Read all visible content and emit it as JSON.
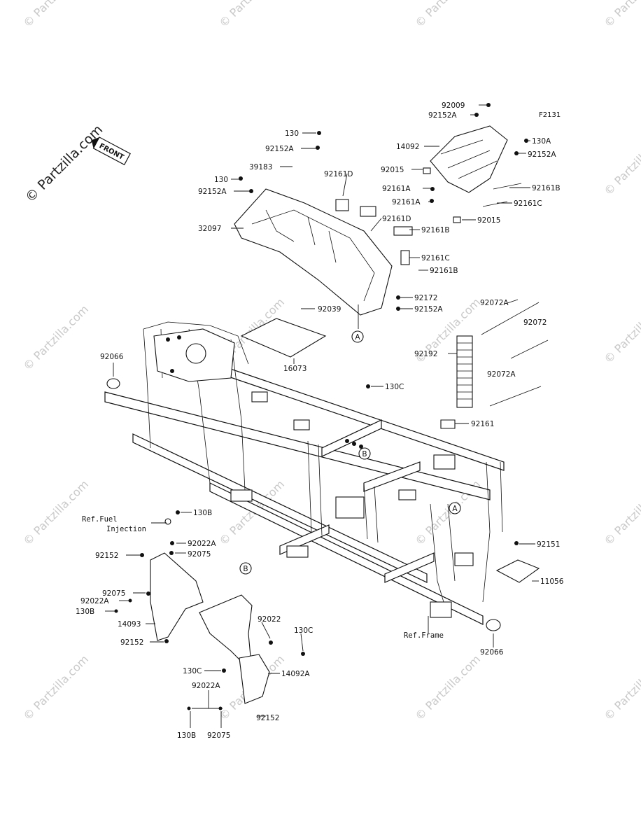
{
  "figure_code": "F2131",
  "front_badge": "FRONT",
  "watermark": {
    "main": "© Partzilla.com",
    "tile": "© Partzilla.com"
  },
  "refs": {
    "fuel_injection_line1": "Ref.Fuel",
    "fuel_injection_line2": "Injection",
    "frame": "Ref.Frame"
  },
  "callouts": {
    "a_top": "A",
    "a_bottom": "A",
    "b_mid": "B",
    "b_lower": "B"
  },
  "part_labels": {
    "p92009": "92009",
    "p92152A_top": "92152A",
    "p14092": "14092",
    "p130A": "130A",
    "p92152A_right": "92152A",
    "p92015_a": "92015",
    "p92161A_a": "92161A",
    "p92161B_a": "92161B",
    "p92161A_b": "92161A",
    "p92161C_a": "92161C",
    "p92015_b": "92015",
    "p130_top": "130",
    "p92152A_2": "92152A",
    "p39183": "39183",
    "p92161D_a": "92161D",
    "p130_left": "130",
    "p92152A_3": "92152A",
    "p32097": "32097",
    "p92161D_b": "92161D",
    "p92161B_b": "92161B",
    "p92161C_b": "92161C",
    "p92161B_c": "92161B",
    "p92172": "92172",
    "p92039": "92039",
    "p92152A_4": "92152A",
    "p16073": "16073",
    "p92072A_a": "92072A",
    "p92072": "92072",
    "p92192": "92192",
    "p92072A_b": "92072A",
    "p92066_a": "92066",
    "p130C_a": "130C",
    "p92161": "92161",
    "p130B_a": "130B",
    "p92022A_a": "92022A",
    "p92075_a": "92075",
    "p92152_a": "92152",
    "p92075_b": "92075",
    "p92022A_b": "92022A",
    "p130B_b": "130B",
    "p14093": "14093",
    "p92152_b": "92152",
    "p92022": "92022",
    "p130C_b": "130C",
    "p130C_c": "130C",
    "p14092A": "14092A",
    "p92022A_c": "92022A",
    "p92152_c": "92152",
    "p130B_c": "130B",
    "p92075_c": "92075",
    "p92151": "92151",
    "p11056": "11056",
    "p92066_b": "92066"
  }
}
